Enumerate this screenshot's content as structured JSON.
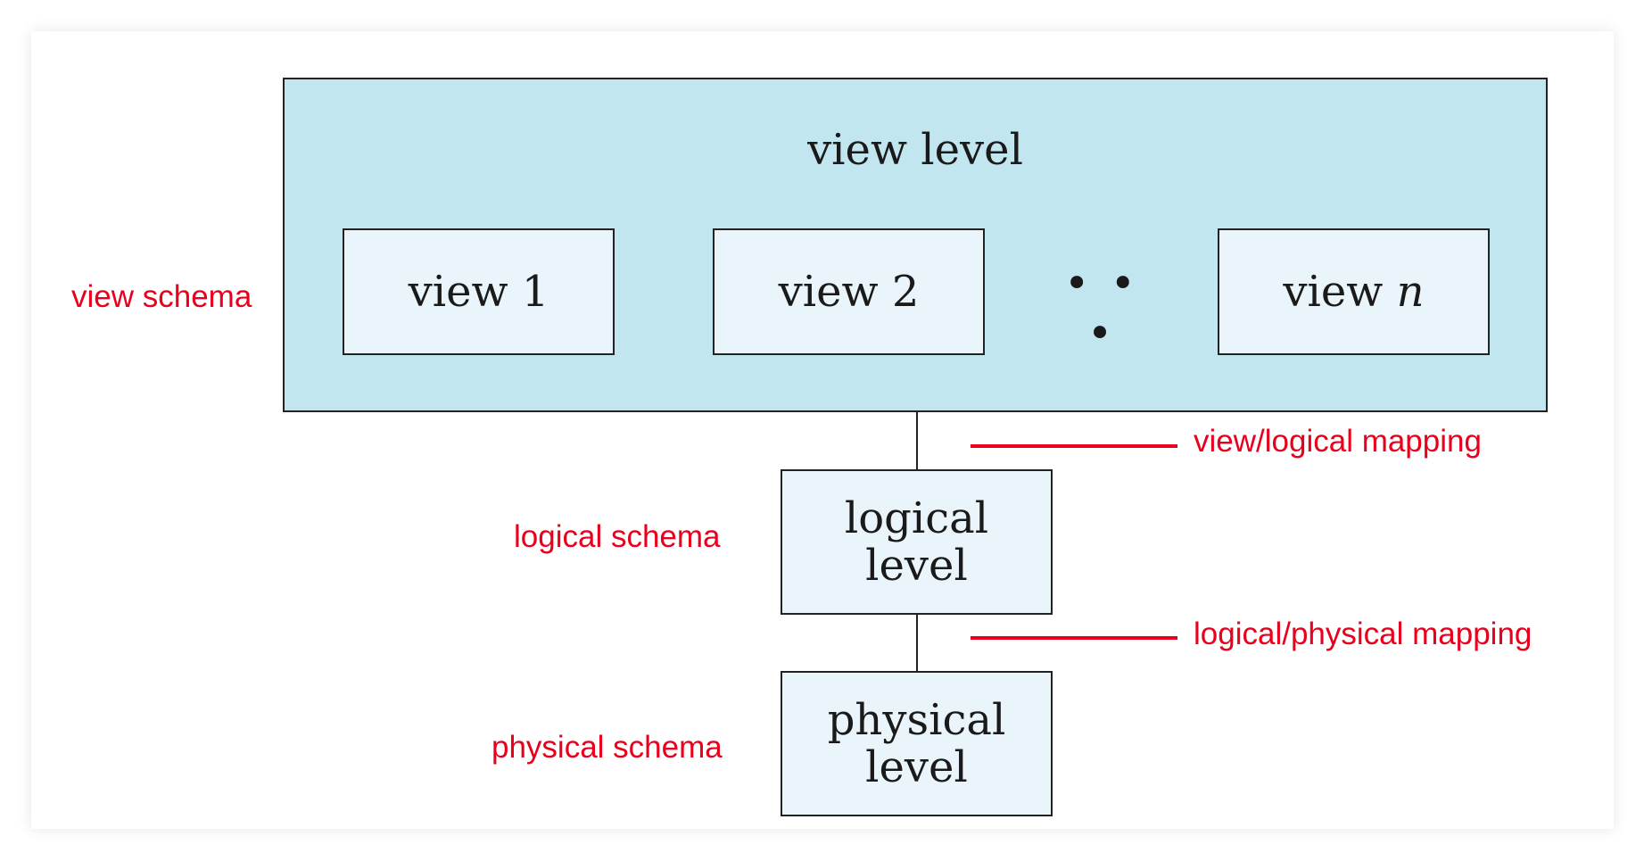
{
  "diagram": {
    "view_level": {
      "title": "view level",
      "views": [
        {
          "label": "view 1"
        },
        {
          "label": "view 2"
        },
        {
          "label_prefix": "view ",
          "label_var": "n"
        }
      ],
      "ellipsis": "• • •"
    },
    "logical_level": {
      "line1": "logical",
      "line2": "level"
    },
    "physical_level": {
      "line1": "physical",
      "line2": "level"
    },
    "annotations": {
      "view_schema": "view schema",
      "logical_schema": "logical schema",
      "physical_schema": "physical schema",
      "view_logical_mapping": "view/logical mapping",
      "logical_physical_mapping": "logical/physical mapping"
    },
    "colors": {
      "view_level_fill": "#c2e6f0",
      "inner_box_fill": "#e9f5fa",
      "annotation_red": "#e8001c",
      "border": "#222222"
    }
  }
}
